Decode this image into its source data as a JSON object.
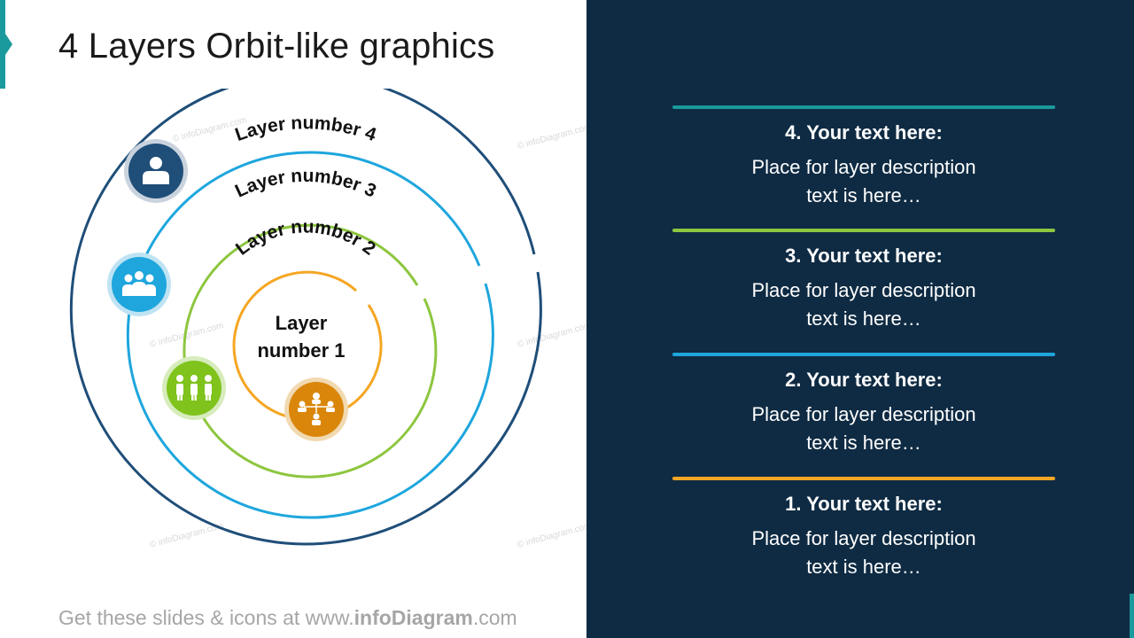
{
  "slide": {
    "title": "4 Layers Orbit-like graphics",
    "accent_color": "#1a9a9c",
    "panel_color": "#0f2b43"
  },
  "watermark": "© infoDiagram.com",
  "diagram": {
    "layers": [
      {
        "id": 1,
        "label_line1": "Layer",
        "label_line2": "number 1",
        "color": "#f5a623",
        "icon": "hierarchy-icon",
        "icon_color": "#d9860a"
      },
      {
        "id": 2,
        "label": "Layer number 2",
        "color": "#8dc63f",
        "icon": "team-icon",
        "icon_color": "#7fc31c"
      },
      {
        "id": 3,
        "label": "Layer number 3",
        "color": "#1ea6dd",
        "icon": "group-icon",
        "icon_color": "#1ea6dd"
      },
      {
        "id": 4,
        "label": "Layer number 4",
        "color": "#1f4e79",
        "icon": "user-icon",
        "icon_color": "#1f4e79"
      }
    ]
  },
  "panel": {
    "entries": [
      {
        "heading": "4. Your text here:",
        "line1": "Place for layer description",
        "line2": "text is here…",
        "color": "#1a9a9c"
      },
      {
        "heading": "3. Your text here:",
        "line1": "Place for layer description",
        "line2": "text is here…",
        "color": "#8dc63f"
      },
      {
        "heading": "2. Your text here:",
        "line1": "Place for layer description",
        "line2": "text is here…",
        "color": "#1ea6dd"
      },
      {
        "heading": "1. Your text here:",
        "line1": "Place for layer description",
        "line2": "text is here…",
        "color": "#f5a623"
      }
    ]
  },
  "footer": {
    "prefix": "Get these slides & icons at www.",
    "brand": "infoDiagram",
    "suffix": ".com"
  }
}
